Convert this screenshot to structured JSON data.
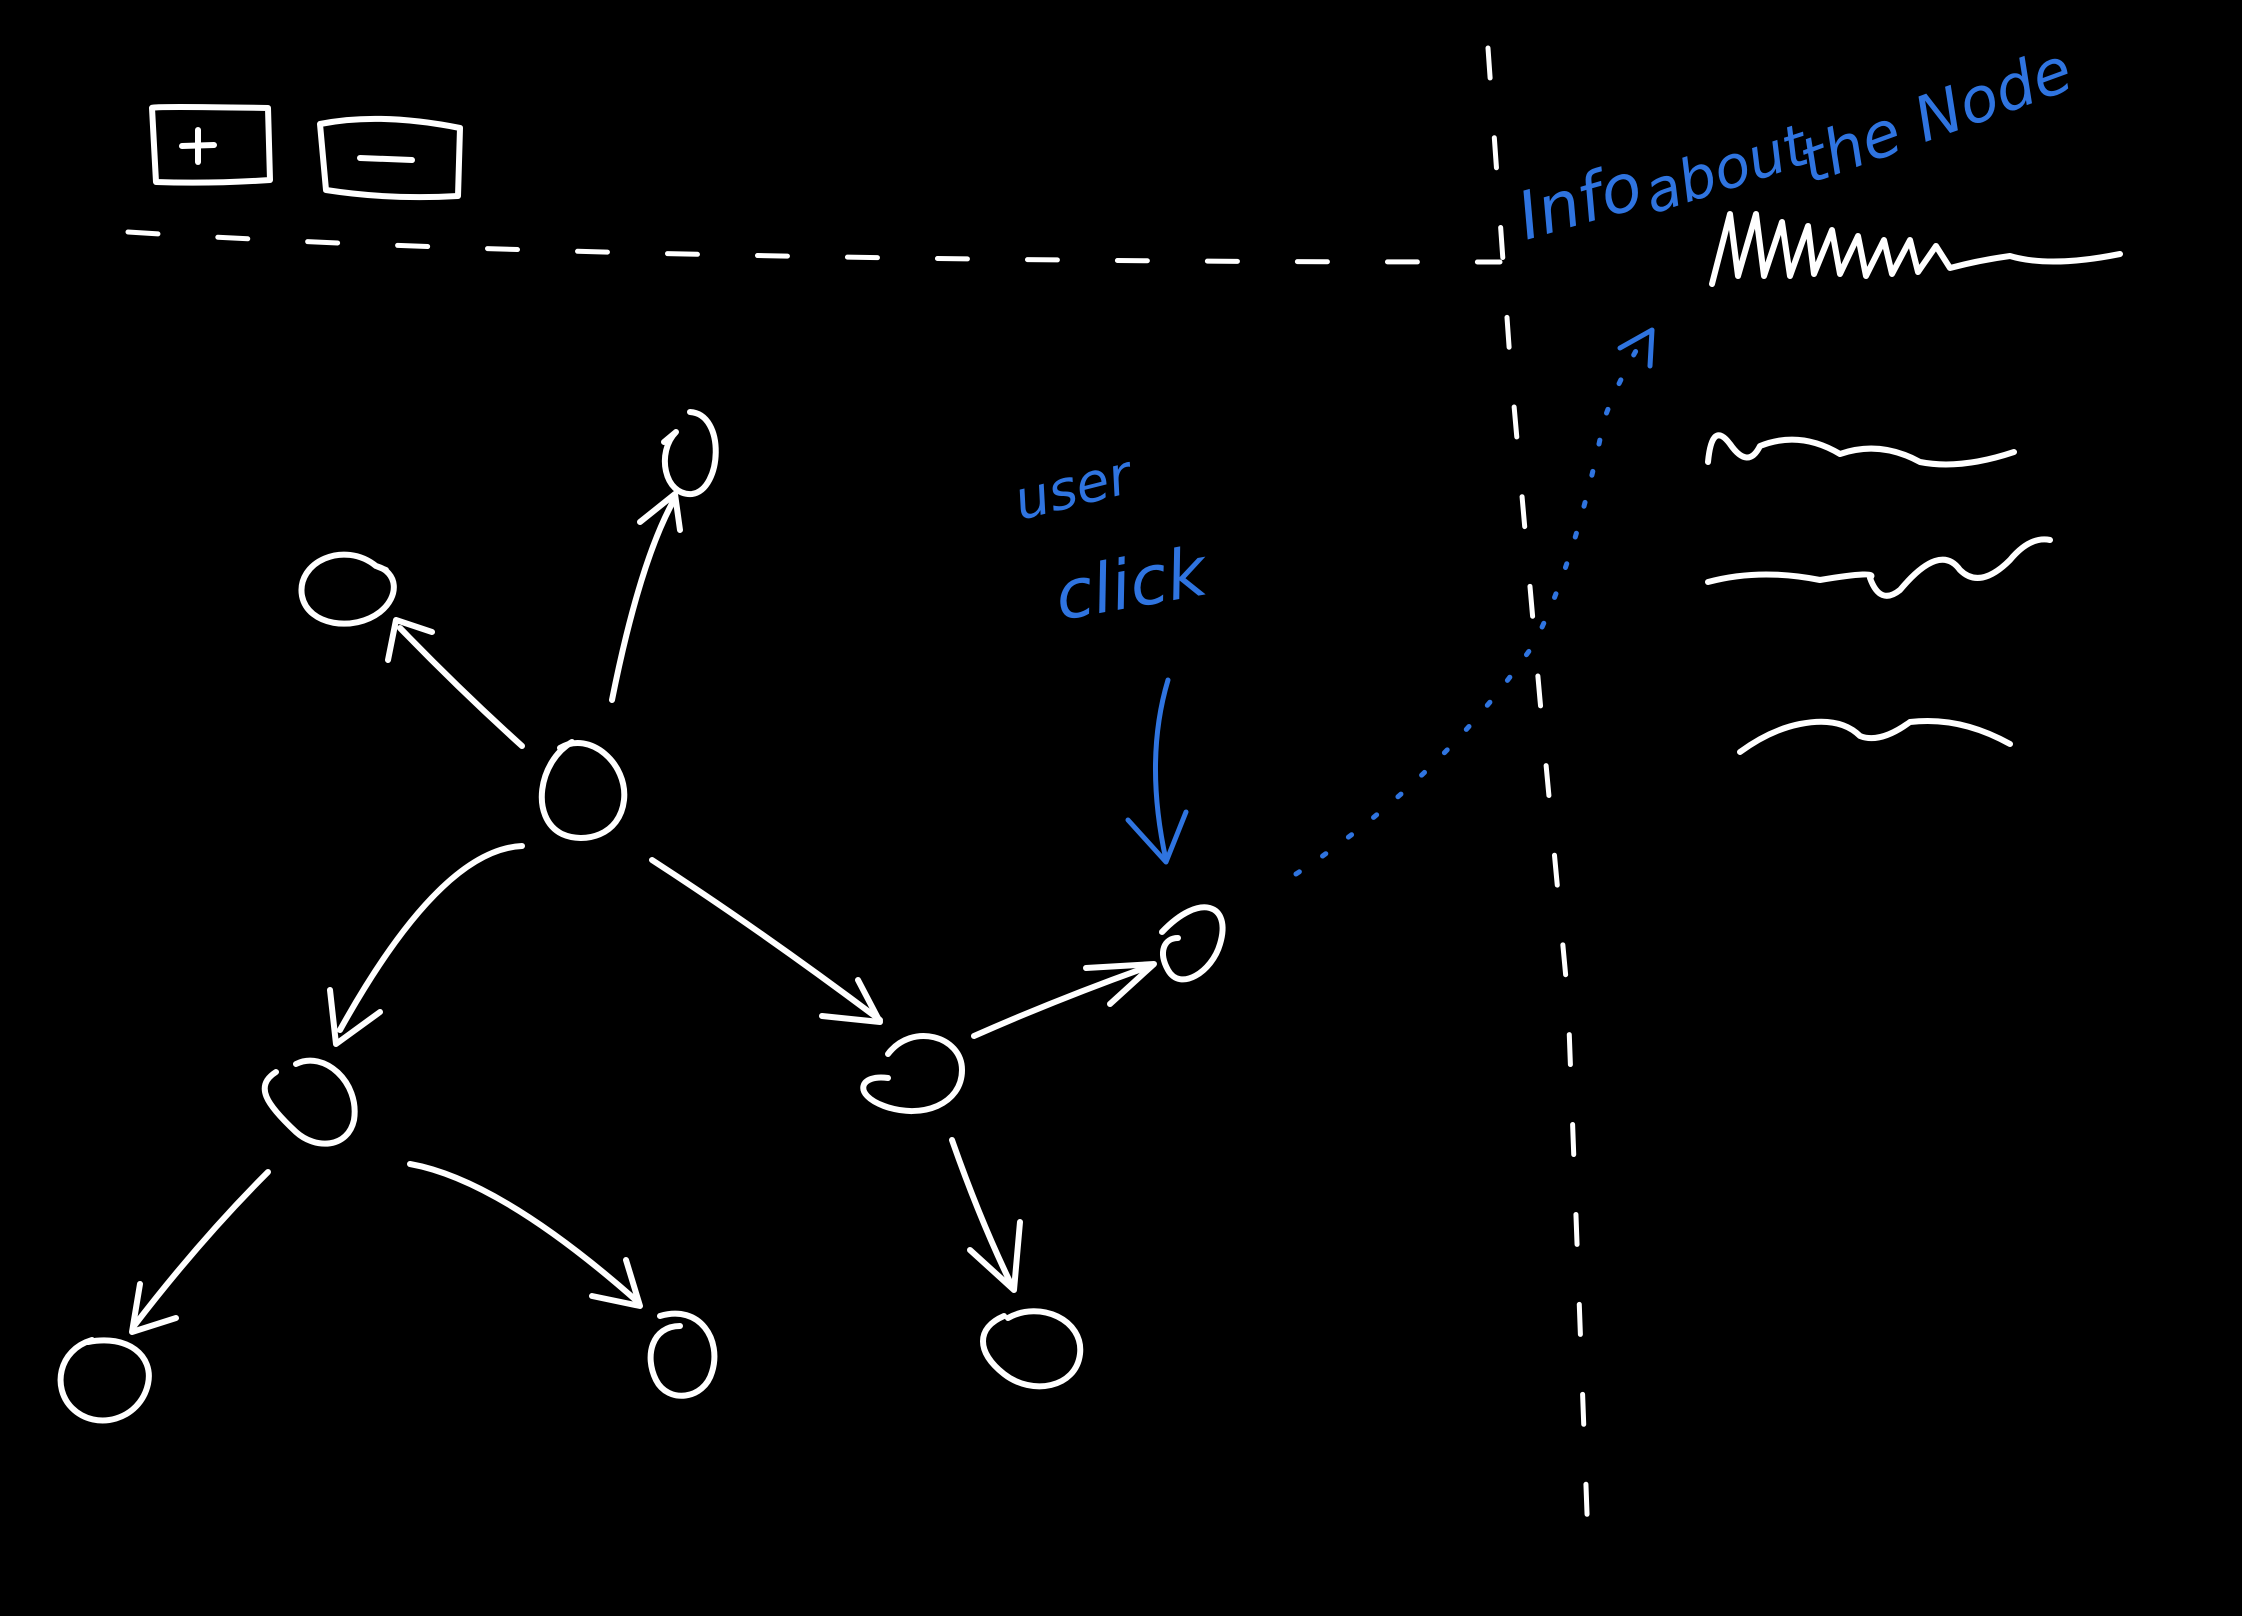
{
  "toolbar": {
    "zoom_in_icon": "plus-icon",
    "zoom_out_icon": "minus-icon"
  },
  "annotations": {
    "click_line1": "user",
    "click_line2": "click",
    "panel_title_word1": "Info",
    "panel_title_word2": "about",
    "panel_title_rest": "the Node"
  },
  "colors": {
    "background": "#000000",
    "strokes": "#ffffff",
    "annotation": "#2f74e0"
  },
  "graph": {
    "nodes": [
      "root",
      "top",
      "upper-left",
      "left-child",
      "right-child",
      "selected",
      "left-leaf-1",
      "left-leaf-2",
      "right-leaf"
    ],
    "edges": [
      [
        "root",
        "top"
      ],
      [
        "root",
        "upper-left"
      ],
      [
        "root",
        "left-child"
      ],
      [
        "root",
        "right-child"
      ],
      [
        "right-child",
        "selected"
      ],
      [
        "left-child",
        "left-leaf-1"
      ],
      [
        "left-child",
        "left-leaf-2"
      ],
      [
        "right-child",
        "right-leaf"
      ]
    ],
    "selected_node": "selected"
  },
  "info_panel": {
    "placeholder_lines": 4
  }
}
